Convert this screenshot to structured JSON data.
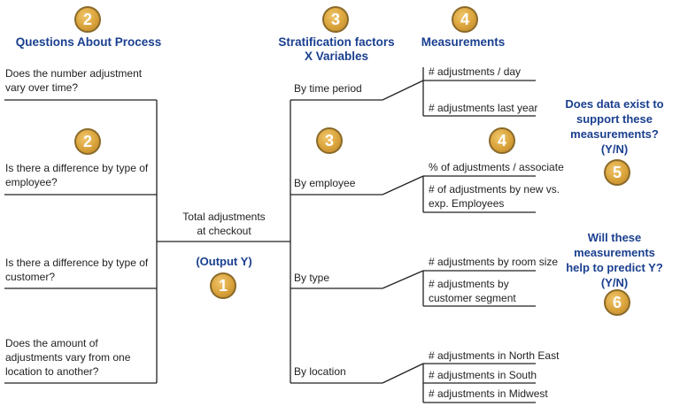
{
  "headers": {
    "questions": "Questions About Process",
    "stratification": "Stratification factors\nX Variables",
    "measurements": "Measurements"
  },
  "badges": [
    "2",
    "2",
    "3",
    "3",
    "4",
    "4",
    "5",
    "6",
    "1"
  ],
  "questions": [
    "Does the number adjustment\nvary over time?",
    "Is there a difference by type of\nemployee?",
    "Is there a difference by type of\ncustomer?",
    "Does the amount of\nadjustments vary from one\nlocation to another?"
  ],
  "output": {
    "label": "Total adjustments\nat checkout",
    "output_y": "(Output Y)"
  },
  "factors": [
    "By time period",
    "By employee",
    "By type",
    "By location"
  ],
  "measurements": [
    "# adjustments / day",
    "# adjustments last year",
    "% of adjustments / associate",
    "# of adjustments by new vs.\nexp. Employees",
    "# adjustments by room size",
    "# adjustments by\ncustomer segment",
    "# adjustments in North East",
    "# adjustments in South",
    "# adjustments in Midwest"
  ],
  "side_questions": {
    "data_exist": "Does data exist to\nsupport these\nmeasurements?\n(Y/N)",
    "predict": "Will these\nmeasurements\nhelp to predict Y?\n(Y/N)"
  }
}
